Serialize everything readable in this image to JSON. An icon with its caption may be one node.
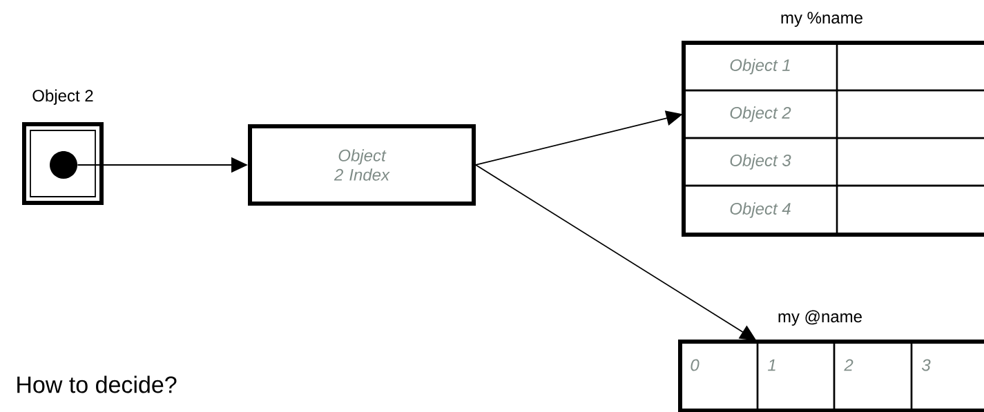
{
  "diagram": {
    "nodes": [
      {
        "text": [
          "Object 2"
        ]
      },
      {
        "text": [],
        "shape": "circle",
        "in": 0
      },
      {
        "text": [
          "Object 2 Index"
        ]
      },
      {
        "text": [
          "my %name"
        ]
      },
      {
        "text": [
          "Object 1"
        ],
        "in": 3
      },
      {
        "text": [],
        "shape": "box",
        "in": 3
      },
      {
        "text": [
          "Object 2"
        ],
        "in": 3
      },
      {
        "text": [],
        "shape": "box",
        "in": 3
      },
      {
        "text": [
          "Object 3"
        ],
        "in": 3
      },
      {
        "text": [],
        "shape": "box",
        "in": 3
      },
      {
        "text": [
          "Object 4"
        ],
        "in": 3
      },
      {
        "text": [],
        "shape": "box",
        "in": 3
      },
      {
        "text": [
          "my @name"
        ]
      },
      {
        "text": [
          "0"
        ],
        "in": 12
      },
      {
        "text": [
          "1"
        ],
        "in": 12
      },
      {
        "text": [
          "2"
        ],
        "in": 12
      },
      {
        "text": [
          "3"
        ],
        "in": 12
      }
    ],
    "edges": [
      {
        "from": 1,
        "to": 2,
        "arrow": "to"
      },
      {
        "from": 2,
        "to": 6,
        "arrow": "to"
      },
      {
        "from": 2,
        "to": 14,
        "arrow": "to"
      }
    ],
    "labels": [
      "How to decide?"
    ]
  }
}
